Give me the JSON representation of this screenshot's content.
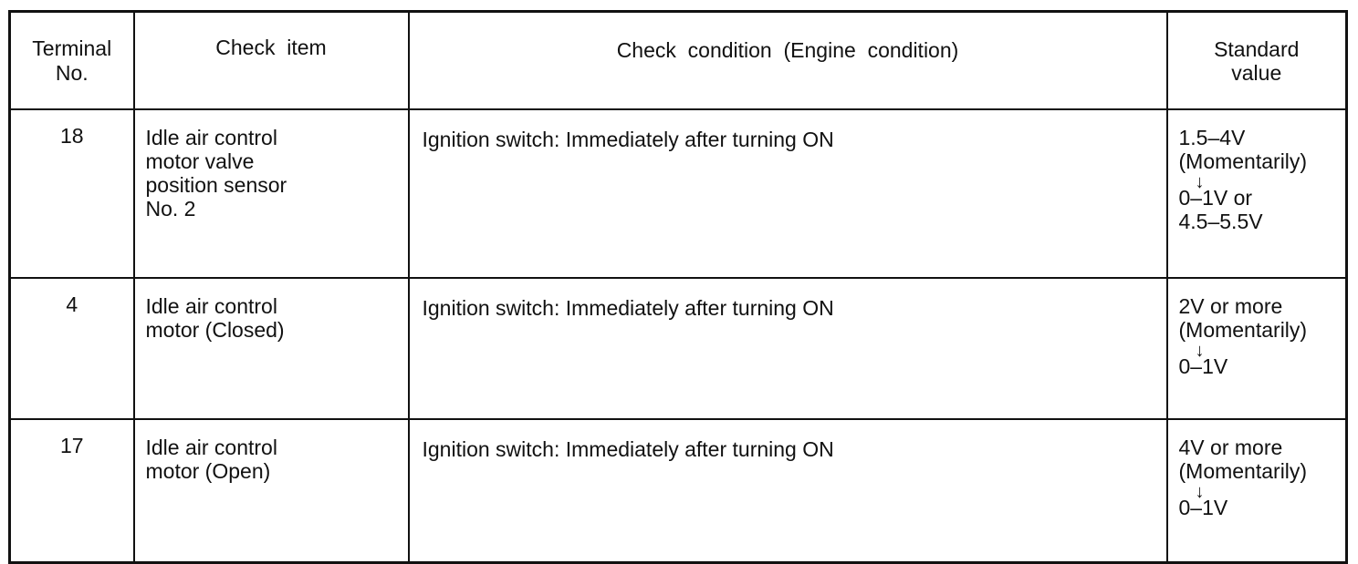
{
  "table": {
    "headers": {
      "terminal": [
        "Terminal",
        "No."
      ],
      "check_item": "Check  item",
      "check_condition": "Check  condition  (Engine  condition)",
      "standard_value": [
        "Standard",
        "value"
      ]
    },
    "rows": [
      {
        "terminal": "18",
        "check_item": [
          "Idle air control",
          "motor valve",
          "position sensor",
          "No. 2"
        ],
        "check_condition": "Ignition switch: Immediately after turning ON",
        "standard_value": {
          "before": [
            "1.5–4V",
            "(Momentarily)"
          ],
          "arrow": "↓",
          "after": [
            "0–1V or",
            "4.5–5.5V"
          ]
        }
      },
      {
        "terminal": "4",
        "check_item": [
          "Idle air control",
          "motor (Closed)"
        ],
        "check_condition": "Ignition switch: Immediately after turning ON",
        "standard_value": {
          "before": [
            "2V or more",
            "(Momentarily)"
          ],
          "arrow": "↓",
          "after": [
            "0–1V"
          ]
        }
      },
      {
        "terminal": "17",
        "check_item": [
          "Idle air control",
          "motor (Open)"
        ],
        "check_condition": "Ignition switch: Immediately after turning ON",
        "standard_value": {
          "before": [
            "4V or more",
            "(Momentarily)"
          ],
          "arrow": "↓",
          "after": [
            "0–1V"
          ]
        }
      }
    ]
  }
}
